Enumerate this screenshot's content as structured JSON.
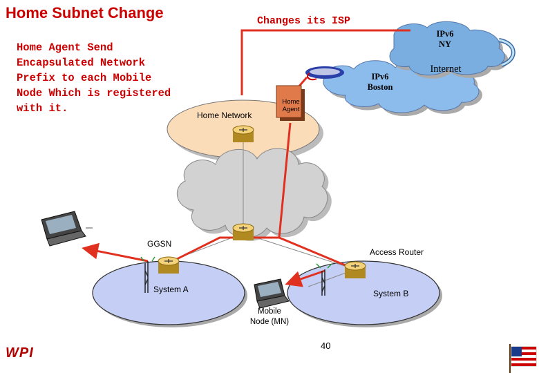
{
  "title": "Home Subnet Change",
  "isp_note": "Changes its ISP",
  "body_lines": [
    "Home Agent Send",
    "Encapsulated Network",
    "Prefix to each Mobile",
    "Node Which is registered",
    "with it."
  ],
  "labels": {
    "ipv6_ny": [
      "IPv6",
      "NY"
    ],
    "internet": "Internet",
    "ipv6_boston": [
      "IPv6",
      "Boston"
    ],
    "home_agent": [
      "Home",
      "Agent"
    ],
    "home_network": "Home Network",
    "ggsn": "GGSN",
    "access_router": "Access Router",
    "system_a": "System A",
    "system_b": "System B",
    "mobile_node": [
      "Mobile",
      "Node (MN)"
    ]
  },
  "slide_number": "40",
  "logo_text": "WPI",
  "colors": {
    "accent": "#cc0000",
    "arrow": "#e03020",
    "cloud_blue": "#7aaee0",
    "cloud_gray": "#c8c8c8",
    "home_network_fill": "#fbdcb8",
    "system_fill": "#c5cff5",
    "router_fill": "#f0c24a",
    "home_agent_fill": "#e07a4a"
  },
  "icons": [
    "router-icon",
    "radio-tower-icon",
    "laptop-icon",
    "us-flag-icon",
    "return-arrow-icon"
  ]
}
